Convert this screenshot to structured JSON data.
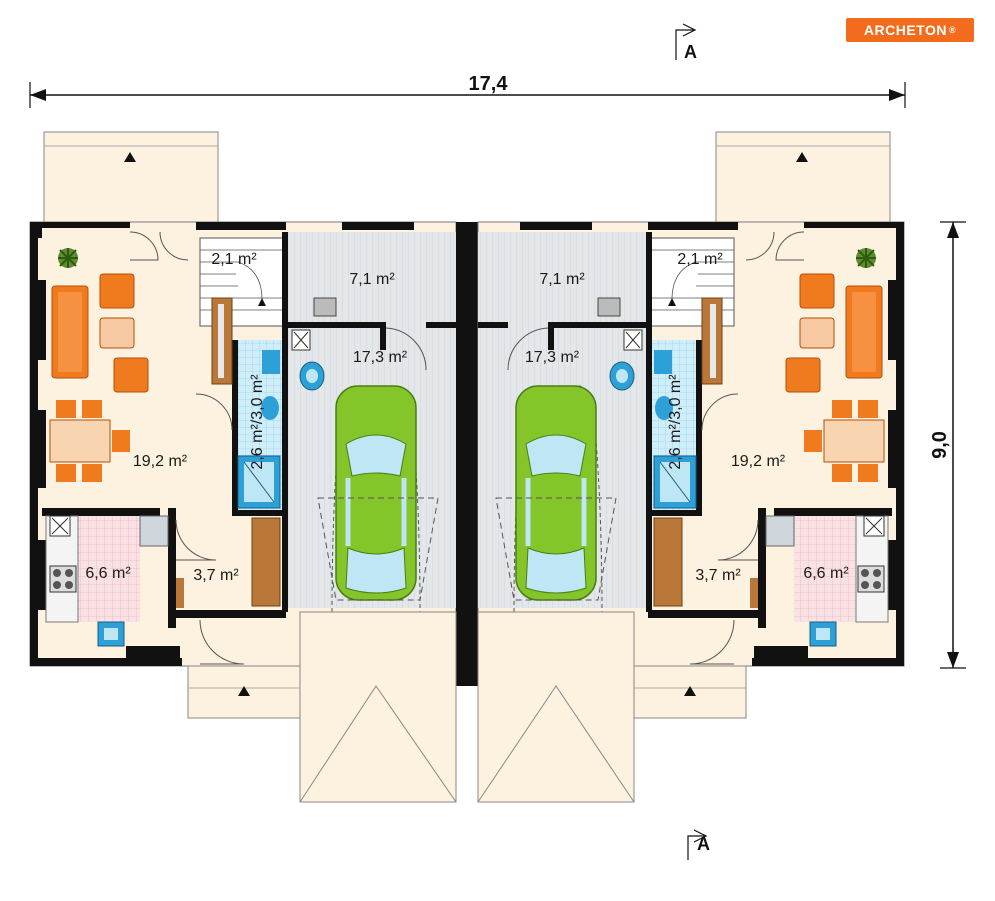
{
  "brand": {
    "logo_text": "ARCHETON",
    "mark": "®"
  },
  "dimensions": {
    "width": "17,4",
    "depth": "9,0"
  },
  "section_marker": {
    "top": "A",
    "bottom": "A"
  },
  "rooms": {
    "left": {
      "stair": "2,1 m²",
      "hall": "7,1 m²",
      "garage": "17,3 m²",
      "bath": "2,6 m²/3,0 m²",
      "living": "19,2 m²",
      "kitchen": "6,6 m²",
      "vestibule": "3,7 m²"
    },
    "right": {
      "stair": "2,1 m²",
      "hall": "7,1 m²",
      "garage": "17,3 m²",
      "bath": "2,6 m²/3,0 m²",
      "living": "19,2 m²",
      "kitchen": "6,6 m²",
      "vestibule": "3,7 m²"
    }
  },
  "colors": {
    "wall": "#111111",
    "floor_warm": "#fdf1df",
    "floor_garage": "#e3e6ea",
    "kitchen_tile": "#f9e1e4",
    "bath_tile": "#bfe6f5",
    "sofa": "#f07a1e",
    "car": "#84c52a",
    "wood": "#b9773a"
  }
}
